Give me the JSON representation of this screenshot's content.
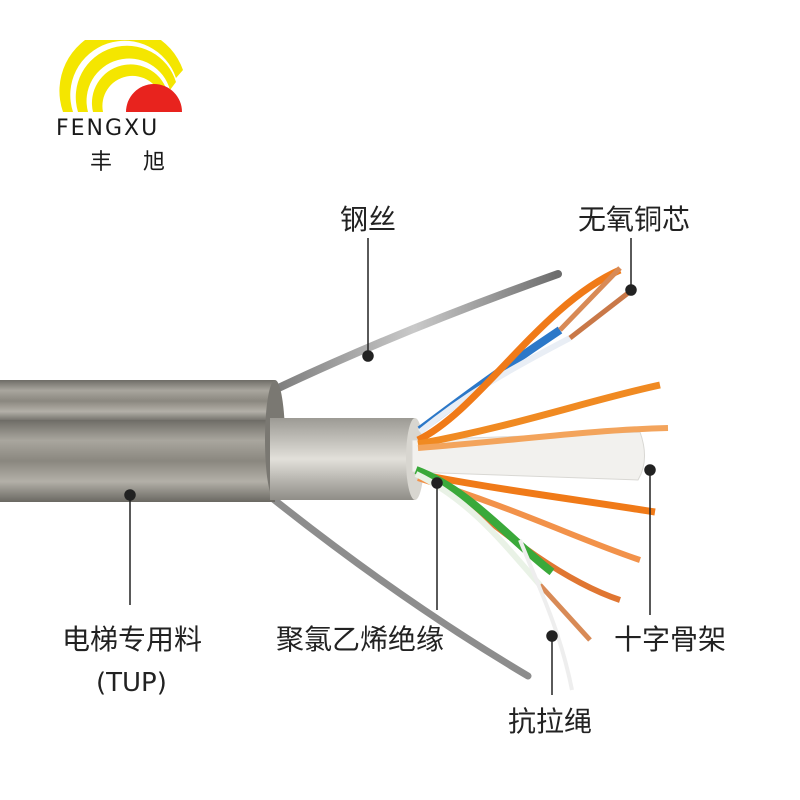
{
  "brand": {
    "name_en": "FENGXU",
    "name_cn": "丰 旭",
    "colors": {
      "arc_yellow": "#f4e600",
      "sun_red": "#e8231e"
    }
  },
  "labels": {
    "steel_wire": "钢丝",
    "oxygen_free_copper": "无氧铜芯",
    "elevator_material": "电梯专用料",
    "tup": "(TUP)",
    "pvc_insulation": "聚氯乙烯绝缘",
    "cross_skeleton": "十字骨架",
    "tensile_rope": "抗拉绳"
  }
}
